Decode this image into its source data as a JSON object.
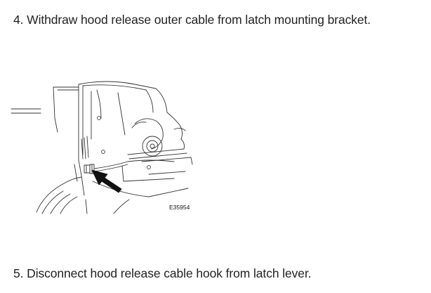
{
  "steps": [
    {
      "text": "4. Withdraw hood release outer cable from latch mounting bracket."
    },
    {
      "text": "5. Disconnect hood release cable hook from latch lever."
    }
  ],
  "figure": {
    "id_label": "E35954",
    "line_color": "#333333",
    "arrow_color": "#111111"
  }
}
